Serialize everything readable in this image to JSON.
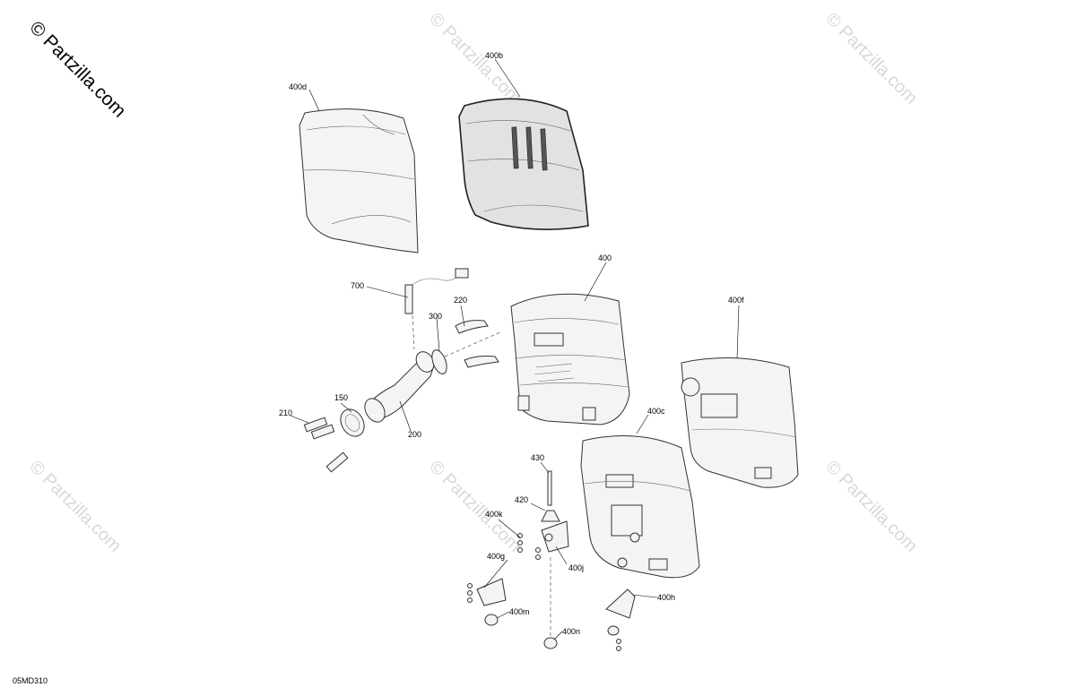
{
  "watermark": {
    "primary": "© Partzilla.com",
    "repeat": "© Partzilla.com"
  },
  "diagram_code": "05MD310",
  "callouts": {
    "c400d": "400d",
    "c400b": "400b",
    "c400": "400",
    "c400f": "400f",
    "c700": "700",
    "c220": "220",
    "c300": "300",
    "c210": "210",
    "c150": "150",
    "c200": "200",
    "c400c": "400c",
    "c430": "430",
    "c420": "420",
    "c400k": "400k",
    "c400g": "400g",
    "c400j": "400j",
    "c400m": "400m",
    "c400n": "400n",
    "c400h": "400h"
  }
}
